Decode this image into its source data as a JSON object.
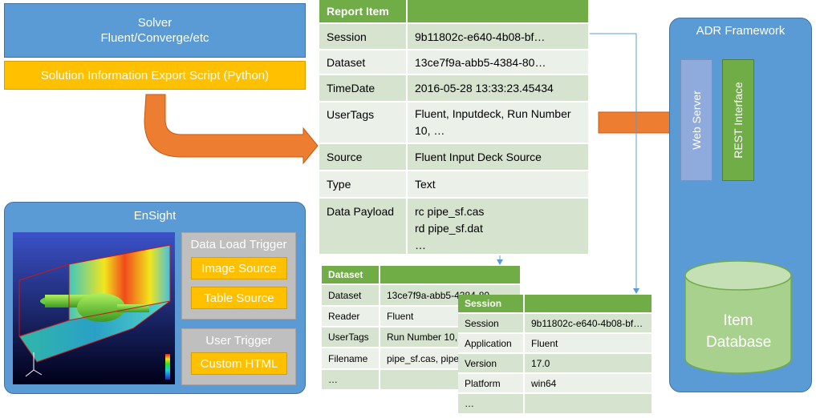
{
  "solver": {
    "title": "Solver",
    "subtitle": "Fluent/Converge/etc"
  },
  "export_script": {
    "label": "Solution Information Export Script (Python)"
  },
  "report_item": {
    "headers": [
      "Report Item",
      ""
    ],
    "rows": [
      {
        "key": "Session",
        "value": "9b11802c-e640-4b08-bf…"
      },
      {
        "key": "Dataset",
        "value": "13ce7f9a-abb5-4384-80…"
      },
      {
        "key": "TimeDate",
        "value": "2016-05-28 13:33:23.45434"
      },
      {
        "key": "UserTags",
        "value": "Fluent, Inputdeck, Run Number 10, …"
      },
      {
        "key": "Source",
        "value": "Fluent Input Deck Source"
      },
      {
        "key": "Type",
        "value": "Text"
      },
      {
        "key": "Data Payload",
        "value_lines": [
          "rc pipe_sf.cas",
          "rd pipe_sf.dat",
          "…"
        ]
      }
    ]
  },
  "adr": {
    "title": "ADR Framework",
    "web_server": "Web Server",
    "rest_interface": "REST Interface",
    "database": "Item Database",
    "colors": {
      "web_server": "#8faadc",
      "rest": "#70ad47",
      "database": "#a9d18e",
      "arrow": "#ed7d31"
    }
  },
  "ensight": {
    "title": "EnSight",
    "data_load_trigger": "Data Load Trigger",
    "image_source": "Image Source",
    "table_source": "Table Source",
    "user_trigger": "User Trigger",
    "custom_html": "Custom HTML"
  },
  "dataset_table": {
    "headers": [
      "Dataset",
      ""
    ],
    "rows": [
      {
        "key": "Dataset",
        "value": "13ce7f9a-abb5-4384-80…"
      },
      {
        "key": "Reader",
        "value": "Fluent"
      },
      {
        "key": "UserTags",
        "value": "Run Number 10, …"
      },
      {
        "key": "Filename",
        "value": "pipe_sf.cas, pipe_sf.dat"
      },
      {
        "key": "…",
        "value": ""
      }
    ]
  },
  "session_table": {
    "headers": [
      "Session",
      ""
    ],
    "rows": [
      {
        "key": "Session",
        "value": "9b11802c-e640-4b08-bf…"
      },
      {
        "key": "Application",
        "value": "Fluent"
      },
      {
        "key": "Version",
        "value": "17.0"
      },
      {
        "key": "Platform",
        "value": "win64"
      },
      {
        "key": "…",
        "value": ""
      }
    ]
  }
}
